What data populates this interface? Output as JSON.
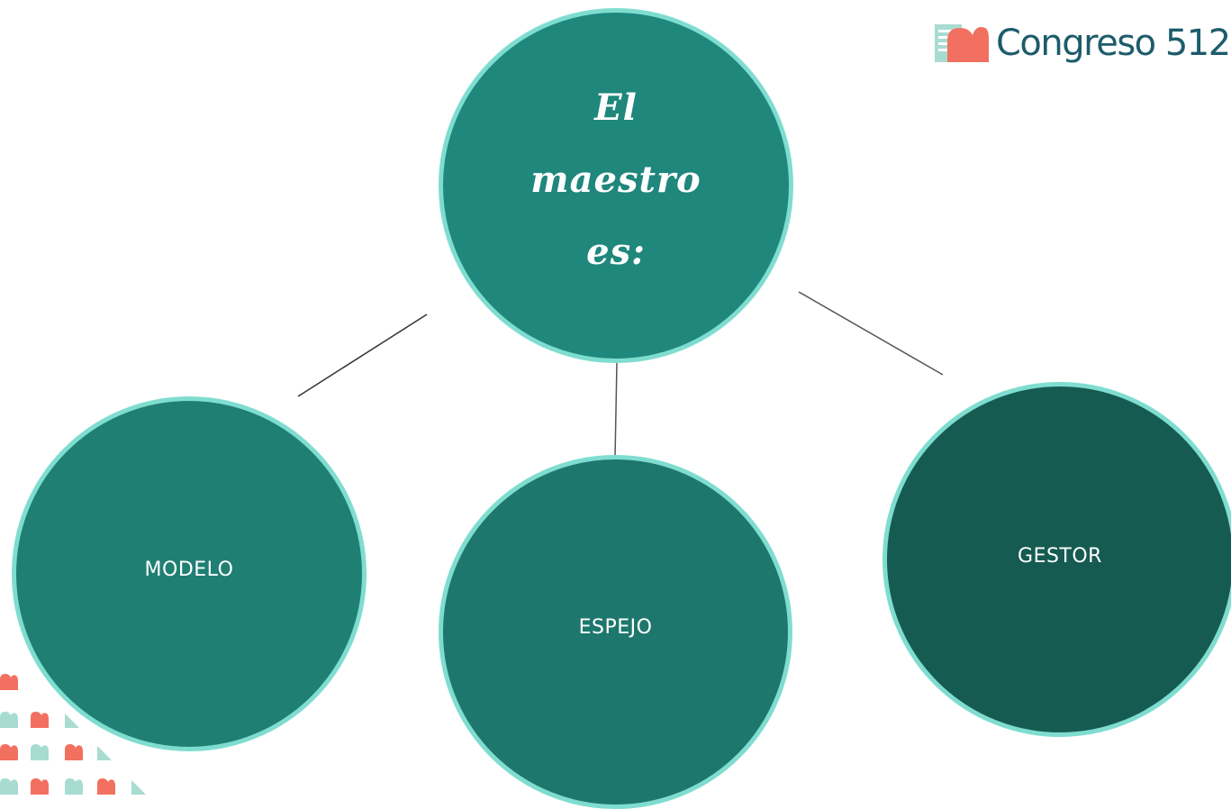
{
  "logo": {
    "text": "Congreso 512"
  },
  "diagram": {
    "center": {
      "label": "El maestro es:"
    },
    "nodes": [
      {
        "label": "MODELO"
      },
      {
        "label": "ESPEJO"
      },
      {
        "label": "GESTOR"
      }
    ]
  },
  "colors": {
    "border": "#7fddd0",
    "main": "#1f877c",
    "modelo": "#1f7f73",
    "espejo": "#1d776c",
    "gestor": "#165b52",
    "logo_text": "#1d5c6b",
    "logo_heart": "#f2705f",
    "logo_doc": "#a8dcd0"
  }
}
